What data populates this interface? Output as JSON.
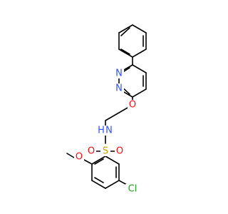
{
  "molecule": {
    "labels": {
      "n_ring_1": "N",
      "n_ring_2": "N",
      "o_ether": "O",
      "n_amide": "N",
      "h_amide": "H",
      "s": "S",
      "o_s_left": "O",
      "o_s_right": "O",
      "o_methoxy": "O",
      "cl": "Cl"
    },
    "colors": {
      "carbon_bond": "#000000",
      "nitrogen": "#3050F8",
      "oxygen": "#FF0D0D",
      "sulfur": "#C8A000",
      "chlorine": "#1FA01F"
    }
  }
}
